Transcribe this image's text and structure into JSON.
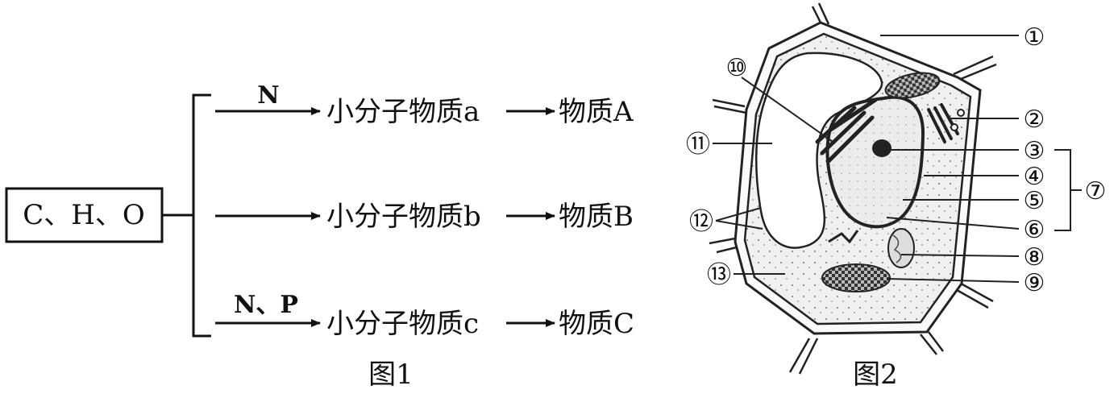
{
  "figure1": {
    "caption": "图1",
    "source": "C、H、O",
    "branches": [
      {
        "add": "N",
        "small": "小分子物质a",
        "large": "物质A"
      },
      {
        "add": "",
        "small": "小分子物质b",
        "large": "物质B"
      },
      {
        "add": "N、P",
        "small": "小分子物质c",
        "large": "物质C"
      }
    ]
  },
  "figure2": {
    "caption": "图2",
    "labels": [
      "①",
      "②",
      "③",
      "④",
      "⑤",
      "⑥",
      "⑦",
      "⑧",
      "⑨",
      "⑩",
      "⑪",
      "⑫",
      "⑬"
    ]
  }
}
